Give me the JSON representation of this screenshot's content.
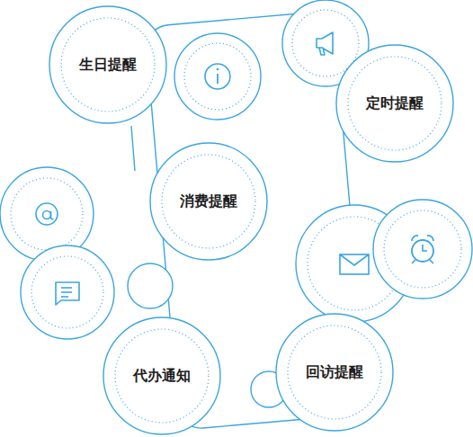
{
  "diagram": {
    "nodes": [
      {
        "text": [
          "生日提醒"
        ]
      },
      {
        "text": [
          "定时提醒"
        ]
      },
      {
        "text": [
          "消费提醒"
        ]
      },
      {
        "text": [
          "代办通知"
        ]
      },
      {
        "text": [
          "回访提醒"
        ]
      }
    ]
  }
}
